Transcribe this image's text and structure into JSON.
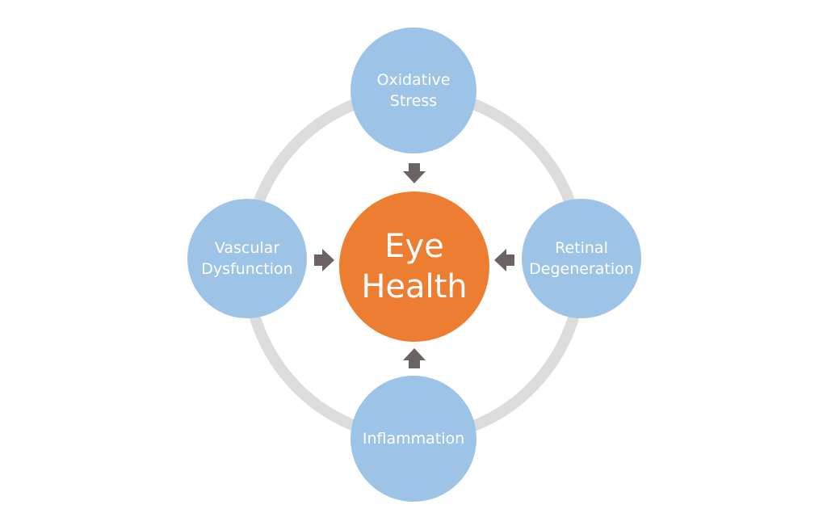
{
  "center": {
    "label": "Eye\nHealth"
  },
  "factors": [
    {
      "label": "Oxidative\nStress"
    },
    {
      "label": "Retinal\nDegeneration"
    },
    {
      "label": "Inflammation"
    },
    {
      "label": "Vascular\nDysfunction"
    }
  ],
  "colors": {
    "factor": "#9dc3e6",
    "center": "#ed7d31",
    "ring": "#dcdcdc",
    "arrow": "#6b6361"
  }
}
